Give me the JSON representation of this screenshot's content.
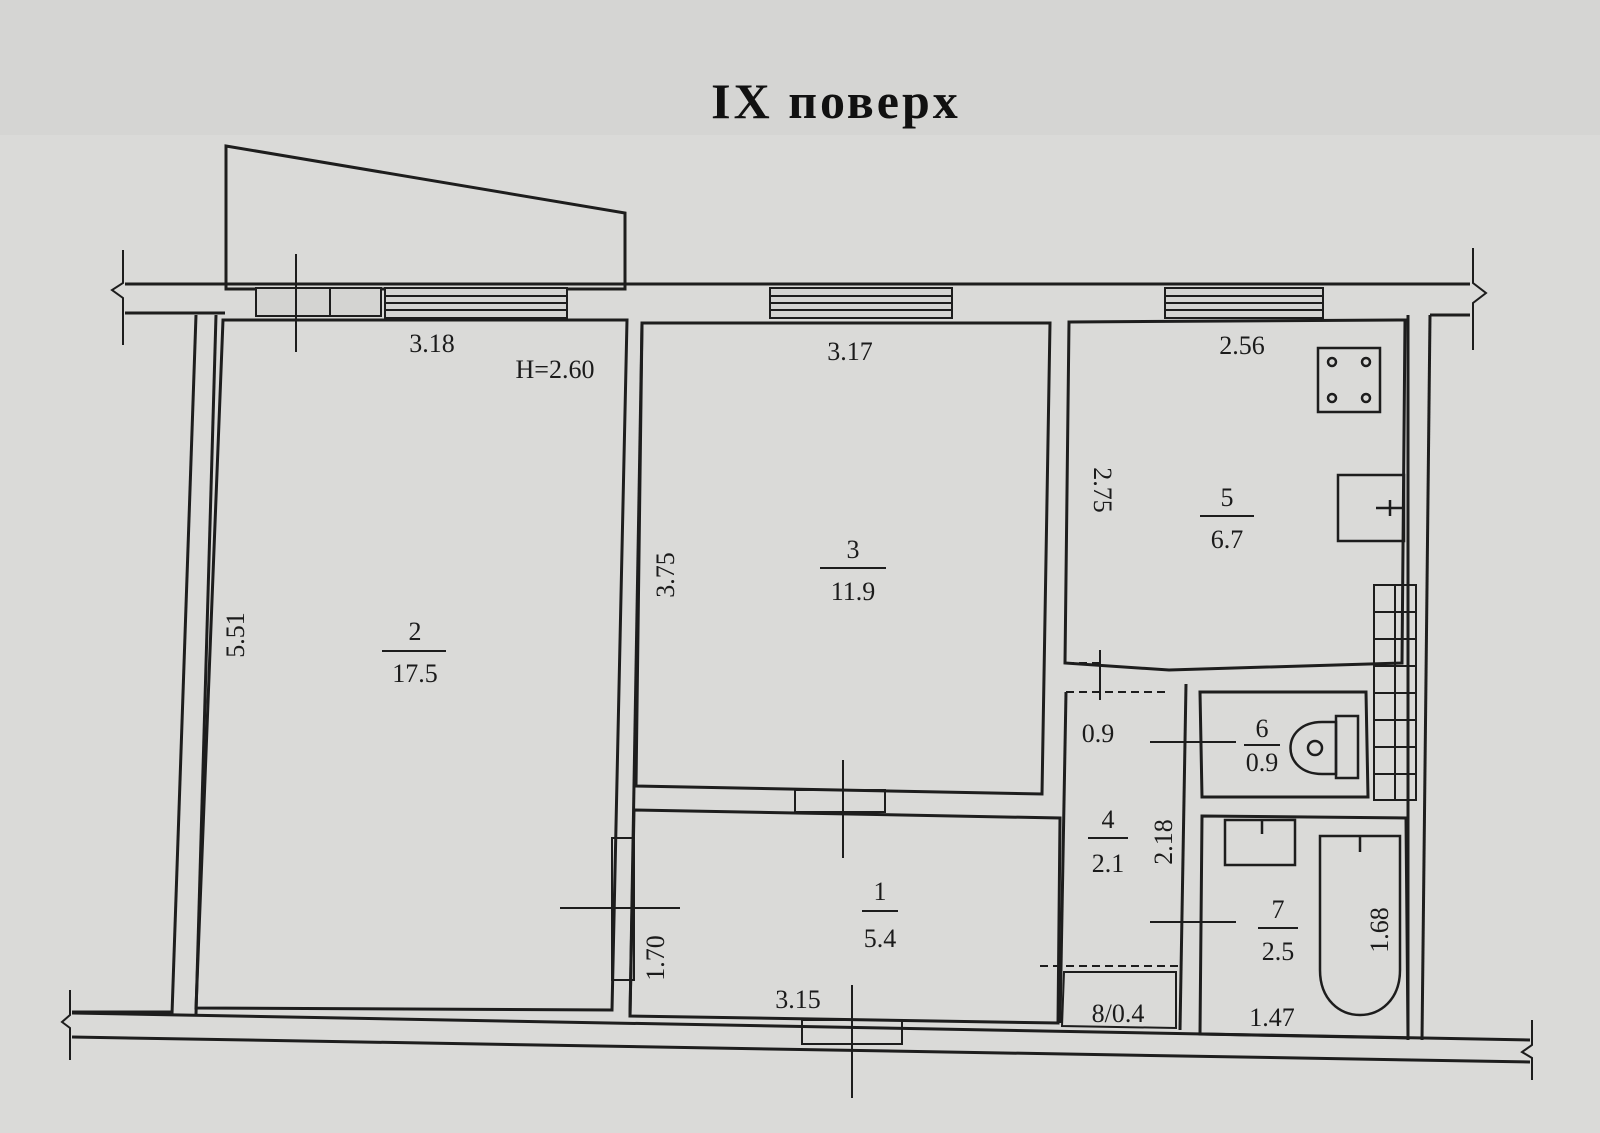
{
  "title": "IX поверх",
  "ceiling_height": "H=2.60",
  "rooms": [
    {
      "number": "2",
      "area": "17.5"
    },
    {
      "number": "3",
      "area": "11.9"
    },
    {
      "number": "5",
      "area": "6.7"
    },
    {
      "number": "1",
      "area": "5.4"
    },
    {
      "number": "4",
      "area": "2.1"
    },
    {
      "number": "6",
      "area": "0.9"
    },
    {
      "number": "7",
      "area": "2.5"
    }
  ],
  "dimensions": {
    "room2_width": "3.18",
    "room3_width": "3.17",
    "room5_width": "2.56",
    "room2_length": "5.51",
    "room3_length": "3.75",
    "room5_length": "2.75",
    "hall_width": "1.70",
    "hall_length": "3.15",
    "corridor_length": "2.18",
    "corridor_upper": "0.9",
    "closet": "8/0.4",
    "bath_width": "1.47",
    "bathtub_length": "1.68"
  }
}
